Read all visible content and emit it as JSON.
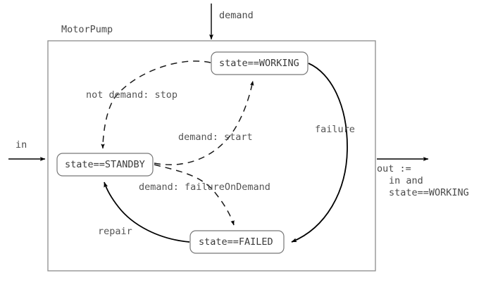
{
  "diagram": {
    "type": "state-machine",
    "block_title": "MotorPump",
    "states": [
      {
        "id": "working",
        "label": "state==WORKING"
      },
      {
        "id": "standby",
        "label": "state==STANDBY"
      },
      {
        "id": "failed",
        "label": "state==FAILED"
      }
    ],
    "transitions": [
      {
        "id": "stop",
        "from": "working",
        "to": "standby",
        "label": "not demand: stop",
        "style": "dashed"
      },
      {
        "id": "start",
        "from": "standby",
        "to": "working",
        "label": "demand: start",
        "style": "dashed"
      },
      {
        "id": "failure-on-demand",
        "from": "standby",
        "to": "failed",
        "label": "demand: failureOnDemand",
        "style": "dashed"
      },
      {
        "id": "failure",
        "from": "working",
        "to": "failed",
        "label": "failure",
        "style": "solid"
      },
      {
        "id": "repair",
        "from": "failed",
        "to": "standby",
        "label": "repair",
        "style": "solid"
      }
    ],
    "ports": {
      "demand_in": "demand",
      "in": "in",
      "out_line1": "out :=",
      "out_line2": "in and",
      "out_line3": "state==WORKING"
    },
    "colors": {
      "stroke": "#000000",
      "box_border": "#888888",
      "text": "#4a4a4a",
      "background": "#ffffff"
    }
  }
}
